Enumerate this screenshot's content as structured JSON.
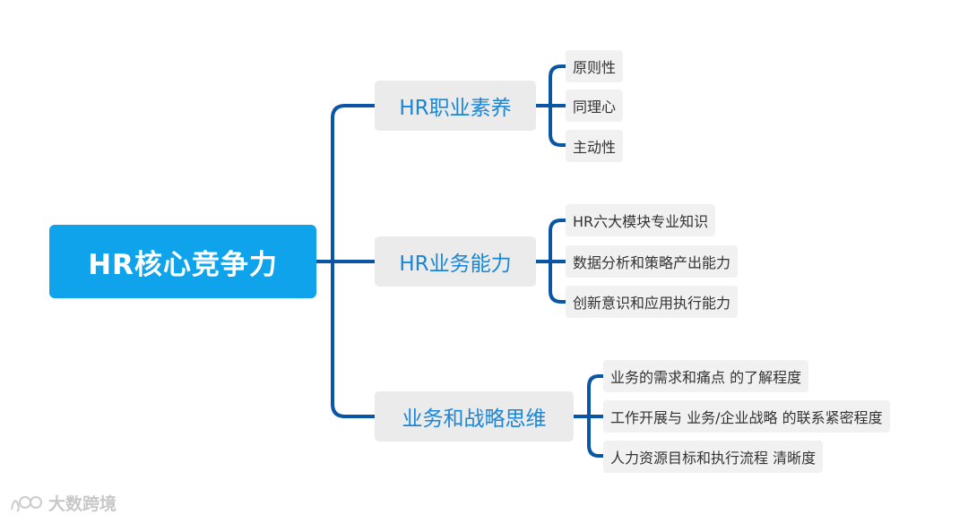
{
  "root": {
    "label": "HR核心竞争力"
  },
  "branches": [
    {
      "label": "HR职业素养",
      "items": [
        "原则性",
        "同理心",
        "主动性"
      ]
    },
    {
      "label": "HR业务能力",
      "items": [
        "HR六大模块专业知识",
        "数据分析和策略产出能力",
        "创新意识和应用执行能力"
      ]
    },
    {
      "label": "业务和战略思维",
      "items": [
        "业务的需求和痛点 的了解程度",
        "工作开展与 业务/企业战略 的联系紧密程度",
        "人力资源目标和执行流程 清晰度"
      ]
    }
  ],
  "watermark": {
    "text": "大数跨境"
  },
  "colors": {
    "root_bg": "#0ea3ea",
    "connector": "#0b56a4",
    "branch_text": "#1a86d6",
    "branch_bg": "#ebebeb",
    "leaf_bg": "#f1f1f1"
  }
}
